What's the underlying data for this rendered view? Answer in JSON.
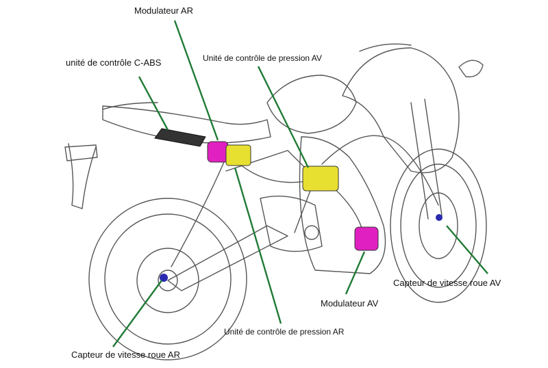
{
  "colors": {
    "leader": "#1f7a35",
    "modulator": "#e020c0",
    "pressure_unit": "#e8e030",
    "ecu": "#333333",
    "sensor": "#2a2ab0",
    "line_art": "#555555"
  },
  "labels": {
    "modulateur_ar": "Modulateur AR",
    "unite_cabs": "unité de contrôle C-ABS",
    "unite_pression_av": "Unité de contrôle de pression AV",
    "modulateur_av": "Modulateur AV",
    "capteur_av": "Capteur de vitesse roue AV",
    "unite_pression_ar": "Unité de contrôle de pression AR",
    "capteur_ar": "Capteur de vitesse roue AR"
  }
}
